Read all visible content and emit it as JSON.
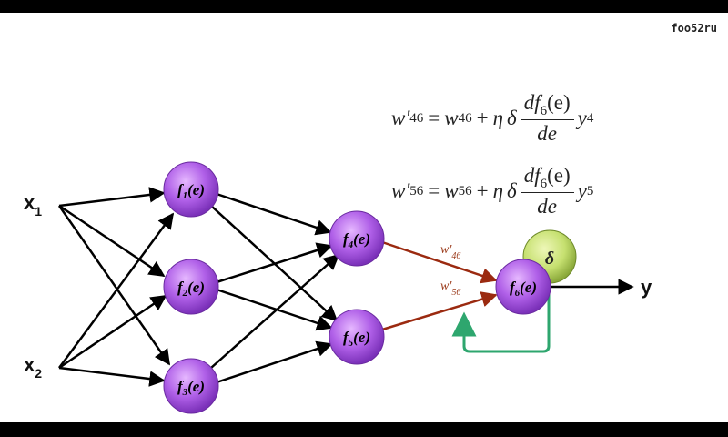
{
  "watermark": "foo52ru",
  "formulas": [
    {
      "lhs_w": "w'",
      "lhs_sub": "46",
      "rhs_w": "w",
      "rhs_sub": "46",
      "op": "+",
      "eta": "η",
      "delta": "δ",
      "num": "df",
      "num_sub": "6",
      "num_tail": "(e)",
      "den": "de",
      "y": "y",
      "y_sub": "4"
    },
    {
      "lhs_w": "w'",
      "lhs_sub": "56",
      "rhs_w": "w",
      "rhs_sub": "56",
      "op": "+",
      "eta": "η",
      "delta": "δ",
      "num": "df",
      "num_sub": "6",
      "num_tail": "(e)",
      "den": "de",
      "y": "y",
      "y_sub": "5"
    }
  ],
  "inputs": [
    {
      "base": "x",
      "sub": "1"
    },
    {
      "base": "x",
      "sub": "2"
    }
  ],
  "neurons": [
    {
      "f": "f",
      "sub": "1",
      "arg": "(e)"
    },
    {
      "f": "f",
      "sub": "2",
      "arg": "(e)"
    },
    {
      "f": "f",
      "sub": "3",
      "arg": "(e)"
    },
    {
      "f": "f",
      "sub": "4",
      "arg": "(e)"
    },
    {
      "f": "f",
      "sub": "5",
      "arg": "(e)"
    },
    {
      "f": "f",
      "sub": "6",
      "arg": "(e)"
    }
  ],
  "weights": [
    {
      "base": "w'",
      "sub": "46"
    },
    {
      "base": "w'",
      "sub": "56"
    }
  ],
  "delta_symbol": "δ",
  "output": "y",
  "colors": {
    "neuron": "#b060e8",
    "delta_node": "#c6e070",
    "highlight_arrow": "#9b2a10",
    "feedback_arrow": "#2ea66e"
  }
}
